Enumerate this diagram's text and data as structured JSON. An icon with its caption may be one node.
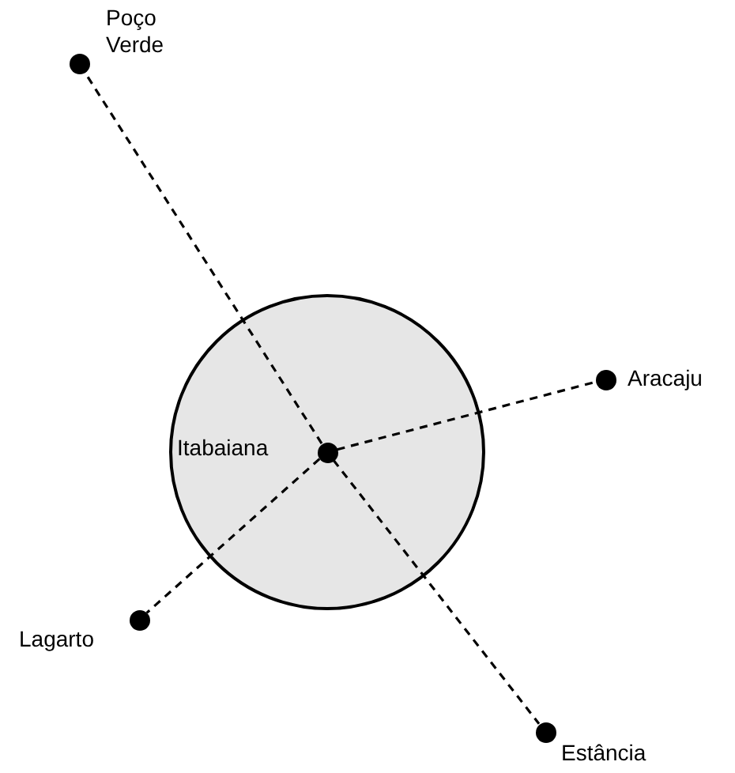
{
  "diagram": {
    "nodes": [
      {
        "text": [],
        "shape": "circle",
        "beside": [
          "Poço Verde"
        ]
      },
      {
        "text": [],
        "shape": "circle"
      },
      {
        "text": [],
        "shape": "circle",
        "beside": [
          "Itabaiana"
        ],
        "in": 1
      },
      {
        "text": [],
        "shape": "circle",
        "beside": [
          "Aracaju"
        ]
      },
      {
        "text": [],
        "shape": "circle",
        "beside": [
          "Lagarto"
        ]
      },
      {
        "text": [],
        "shape": "circle",
        "beside": [
          "Estância"
        ]
      }
    ],
    "edges": [
      {
        "from": 2,
        "to": 0,
        "arrow": "none",
        "style": "dashed"
      },
      {
        "from": 2,
        "to": 3,
        "arrow": "none",
        "style": "dashed"
      },
      {
        "from": 2,
        "to": 4,
        "arrow": "none",
        "style": "dashed"
      },
      {
        "from": 2,
        "to": 5,
        "arrow": "none",
        "style": "dashed"
      }
    ]
  }
}
